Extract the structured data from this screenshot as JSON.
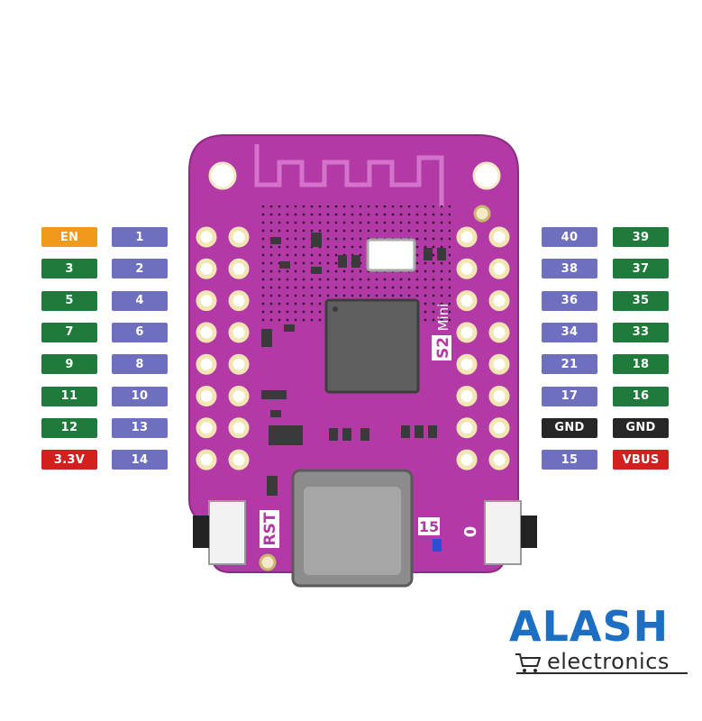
{
  "board": {
    "rst_label": "RST",
    "io15_label": "15",
    "io0_label": "0",
    "chip_label_s2": "S2",
    "chip_label_mini": "Mini",
    "colors": {
      "pcb": "#b33aa6",
      "gpio": "#6f6fbf",
      "green": "#1f7a3c",
      "en": "#ef9a1a",
      "power": "#d41f1f",
      "gnd": "#262626"
    }
  },
  "pins": {
    "left_outer": [
      "EN",
      "3",
      "5",
      "7",
      "9",
      "11",
      "12",
      "3.3V"
    ],
    "left_inner": [
      "1",
      "2",
      "4",
      "6",
      "8",
      "10",
      "13",
      "14"
    ],
    "right_inner": [
      "40",
      "38",
      "36",
      "34",
      "21",
      "17",
      "GND",
      "15"
    ],
    "right_outer": [
      "39",
      "37",
      "35",
      "33",
      "18",
      "16",
      "GND",
      "VBUS"
    ]
  },
  "logo": {
    "brand": "ALASH",
    "sub": "electronics",
    "icon": "cart-icon"
  }
}
